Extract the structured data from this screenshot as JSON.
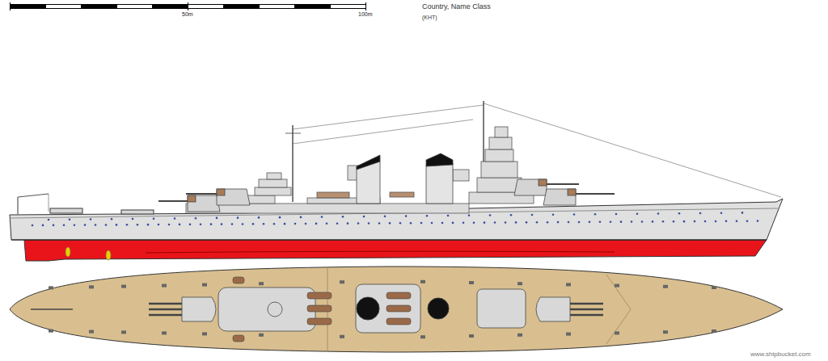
{
  "diagram": {
    "title": "Country, Name Class",
    "labels": [
      "50m",
      "100m",
      "(KHT)",
      "www.shipbucket.com"
    ]
  }
}
